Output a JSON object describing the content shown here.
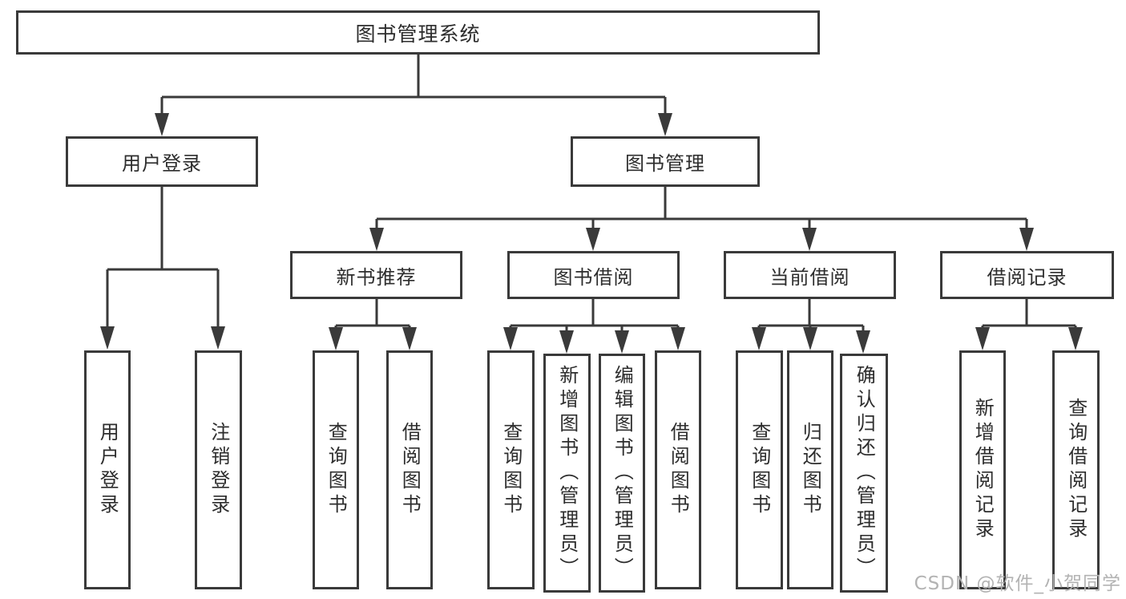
{
  "nodes": {
    "root": {
      "label": "图书管理系统"
    },
    "level2": [
      {
        "label": "用户登录"
      },
      {
        "label": "图书管理"
      }
    ],
    "level3": [
      {
        "label": "新书推荐",
        "parent": "图书管理"
      },
      {
        "label": "图书借阅",
        "parent": "图书管理"
      },
      {
        "label": "当前借阅",
        "parent": "图书管理"
      },
      {
        "label": "借阅记录",
        "parent": "图书管理"
      }
    ],
    "leaves": [
      {
        "label": "用户登录",
        "parent": "用户登录"
      },
      {
        "label": "注销登录",
        "parent": "用户登录"
      },
      {
        "label": "查询图书",
        "parent": "新书推荐"
      },
      {
        "label": "借阅图书",
        "parent": "新书推荐"
      },
      {
        "label": "查询图书",
        "parent": "图书借阅"
      },
      {
        "label": "新增图书（管理员）",
        "parent": "图书借阅"
      },
      {
        "label": "编辑图书（管理员）",
        "parent": "图书借阅"
      },
      {
        "label": "借阅图书",
        "parent": "图书借阅"
      },
      {
        "label": "查询图书",
        "parent": "当前借阅"
      },
      {
        "label": "归还图书",
        "parent": "当前借阅"
      },
      {
        "label": "确认归还（管理员）",
        "parent": "当前借阅"
      },
      {
        "label": "新增借阅记录",
        "parent": "借阅记录"
      },
      {
        "label": "查询借阅记录",
        "parent": "借阅记录"
      }
    ]
  },
  "watermark": "CSDN @软件_小贺同学",
  "colors": {
    "line": "#3a3a3a",
    "text": "#2d2d2d",
    "watermark": "#b3b3b3",
    "background": "#ffffff"
  }
}
